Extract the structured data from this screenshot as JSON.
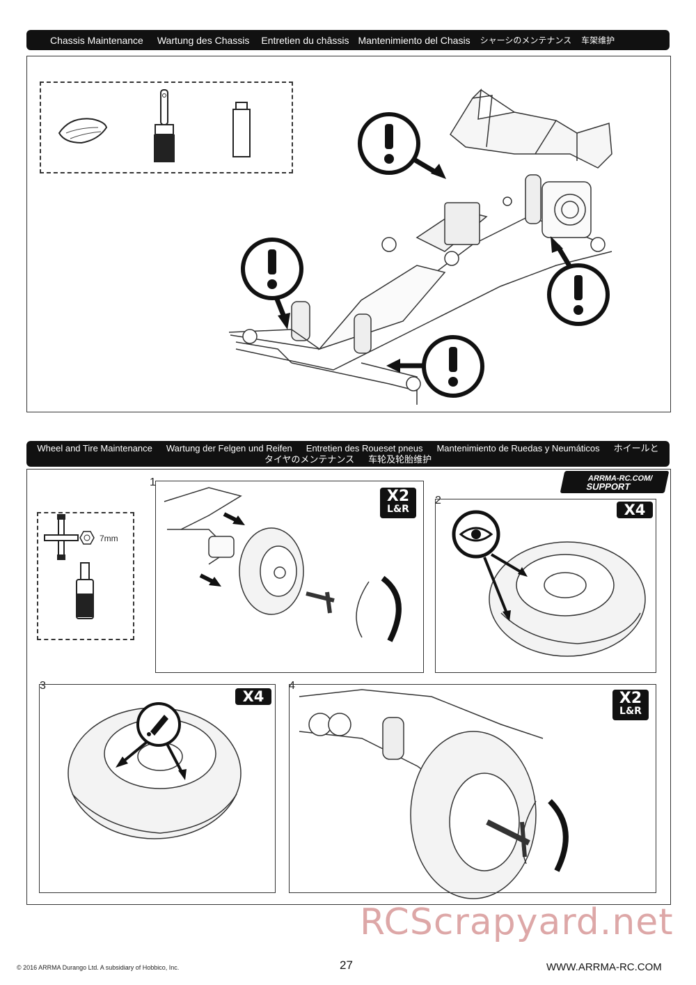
{
  "chassis_section": {
    "header": [
      "Chassis Maintenance",
      "Wartung des Chassis",
      "Entretien du châssis",
      "Mantenimiento del Chasis"
    ],
    "header_cjk": [
      "シャーシのメンテナンス",
      "车架维护"
    ]
  },
  "wheel_section": {
    "header": [
      "Wheel and Tire Maintenance",
      "Wartung der Felgen und Reifen",
      "Entretien des Roueset pneus",
      "Mantenimiento de Ruedas y Neumáticos",
      "ホイールと",
      "タイヤのメンテナンス",
      "车轮及轮胎维护"
    ],
    "tool_label": "7mm",
    "support_badge": [
      "ARRMA-RC.COM/",
      "SUPPORT"
    ],
    "steps": [
      {
        "num": "1",
        "badge": "X2",
        "badge_sub": "L&R"
      },
      {
        "num": "2",
        "badge": "X4"
      },
      {
        "num": "3",
        "badge": "X4"
      },
      {
        "num": "4",
        "badge": "X2",
        "badge_sub": "L&R"
      }
    ]
  },
  "footer": {
    "copyright": "© 2016 ARRMA Durango Ltd. A subsidiary of Hobbico, Inc.",
    "page_number": "27",
    "url": "WWW.ARRMA-RC.COM"
  },
  "watermark": "RCScrapyard.net",
  "icons": {
    "warning": "exclamation-circle-icon",
    "inspect": "eye-icon",
    "rag": "cloth-rag-icon",
    "brush": "paint-brush-icon",
    "tube": "lubricant-tube-icon",
    "wrench": "cross-wrench-icon",
    "nut": "hex-nut-icon",
    "bottle": "threadlock-bottle-icon"
  },
  "colors": {
    "header_bg": "#111111",
    "header_text": "#ffffff"
  }
}
